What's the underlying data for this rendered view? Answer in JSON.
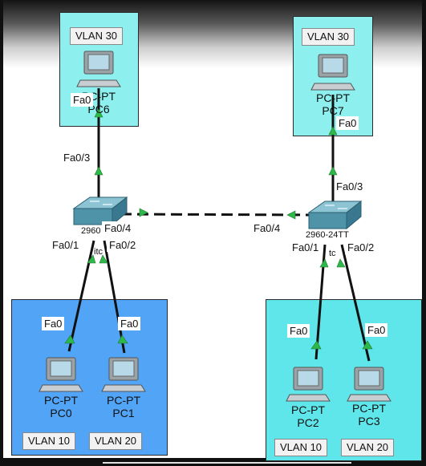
{
  "colors": {
    "vlan30_box": "#8df0ee",
    "vlan_left_box": "#52a4f6",
    "vlan_right_box": "#5fe6ea",
    "link_up": "#2fb84a",
    "cable": "#111111",
    "switch_body": "#5aa0b8"
  },
  "vlan_tags": {
    "top_left": "VLAN 30",
    "top_right": "VLAN 30",
    "bottom_left_a": "VLAN 10",
    "bottom_left_b": "VLAN 20",
    "bottom_right_a": "VLAN 10",
    "bottom_right_b": "VLAN 20"
  },
  "pcs": {
    "pc6": {
      "type": "PC-PT",
      "name": "PC6",
      "port": "Fa0"
    },
    "pc7": {
      "type": "PC-PT",
      "name": "PC7",
      "port": "Fa0"
    },
    "pc0": {
      "type": "PC-PT",
      "name": "PC0",
      "port": "Fa0"
    },
    "pc1": {
      "type": "PC-PT",
      "name": "PC1",
      "port": "Fa0"
    },
    "pc2": {
      "type": "PC-PT",
      "name": "PC2",
      "port": "Fa0"
    },
    "pc3": {
      "type": "PC-PT",
      "name": "PC3",
      "port": "Fa0"
    }
  },
  "switches": {
    "left": {
      "ports": {
        "up": "Fa0/3",
        "trunk": "Fa0/4",
        "down_a": "Fa0/1",
        "down_b": "Fa0/2"
      },
      "label_partial": "2960",
      "sub_partial": "itc"
    },
    "right": {
      "ports": {
        "up": "Fa0/3",
        "trunk": "Fa0/4",
        "down_a": "Fa0/1",
        "down_b": "Fa0/2"
      },
      "label_partial": "2960-24TT",
      "sub_partial": "tc"
    }
  }
}
